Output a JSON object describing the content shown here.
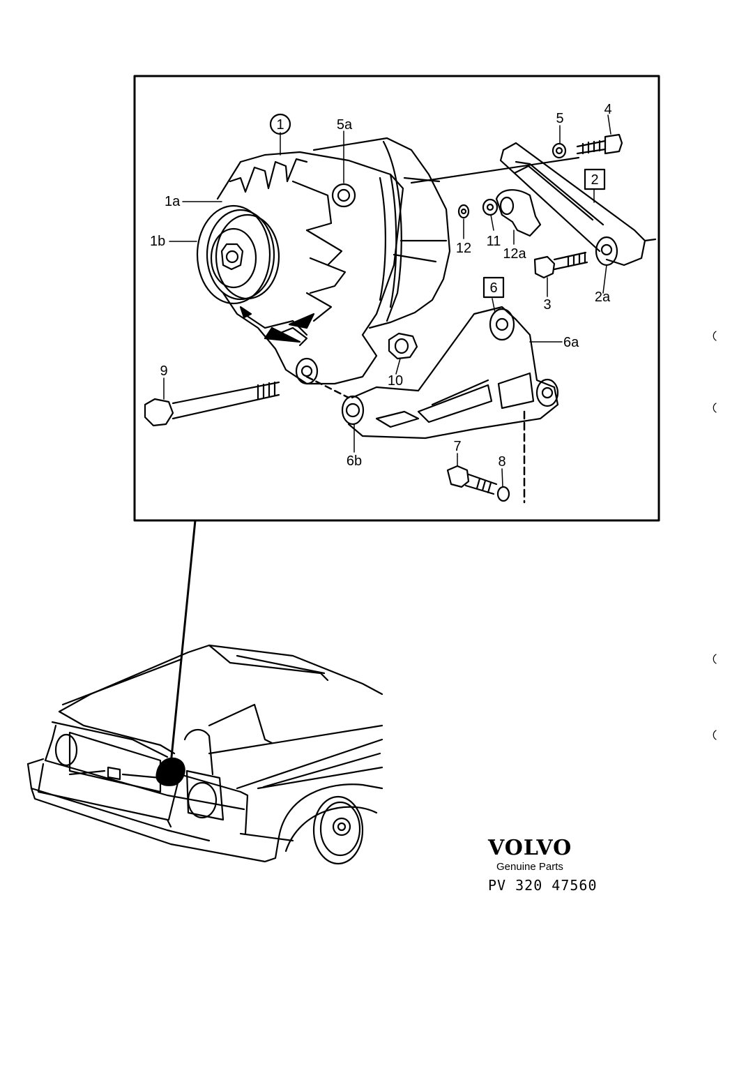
{
  "diagram": {
    "callouts": {
      "c1": "1",
      "c1a": "1a",
      "c1b": "1b",
      "c2": "2",
      "c2a": "2a",
      "c3": "3",
      "c4": "4",
      "c5": "5",
      "c5a": "5a",
      "c6": "6",
      "c6a": "6a",
      "c6b": "6b",
      "c7": "7",
      "c8": "8",
      "c9": "9",
      "c10": "10",
      "c11": "11",
      "c12": "12",
      "c12a": "12a"
    }
  },
  "branding": {
    "logo": "VOLVO",
    "subtitle": "Genuine Parts",
    "code": "PV 320 47560"
  }
}
